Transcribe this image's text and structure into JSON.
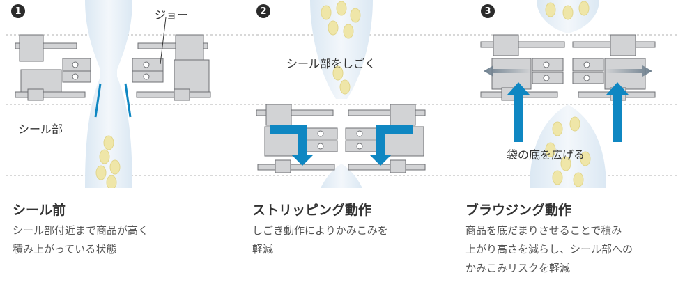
{
  "panels": [
    {
      "number": "1",
      "labels": {
        "jaw": "ジョー",
        "seal": "シール部"
      },
      "title": "シール前",
      "description": [
        "シール部付近まで商品が高く",
        "積み上がっている状態"
      ]
    },
    {
      "number": "2",
      "labels": {
        "stripping": "シール部をしごく"
      },
      "title": "ストリッピング動作",
      "description": [
        "しごき動作によりかみこみを",
        "軽減"
      ]
    },
    {
      "number": "3",
      "labels": {
        "widen": "袋の底を広げる"
      },
      "title": "ブラウジング動作",
      "description": [
        "商品を底だまりさせることで積み",
        "上がり高さを減らし、シール部への",
        "かみこみリスクを軽減"
      ]
    }
  ],
  "colors": {
    "accent_blue": "#0f87c2",
    "machine_gray": "#d2d3d5",
    "machine_stroke": "#6d6f73",
    "product_yellow": "#efe6a8",
    "bag_blue": "#e4eef6",
    "guide_line": "#b0b0b0"
  }
}
